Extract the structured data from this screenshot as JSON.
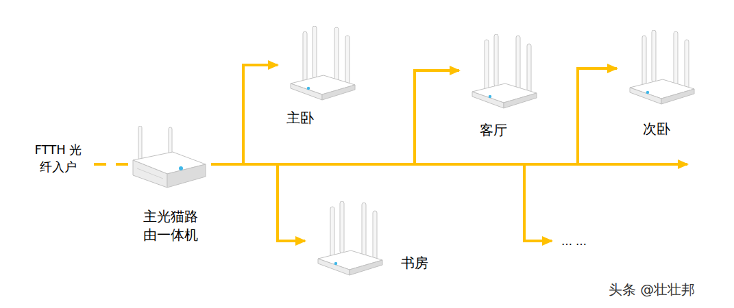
{
  "diagram": {
    "nodes": [
      {
        "text": [
          "FTTH 光纤入户"
        ]
      },
      {
        "text": [
          "主光猫路 由一体机"
        ]
      },
      {
        "text": [
          "主卧"
        ]
      },
      {
        "text": [
          "客厅"
        ]
      },
      {
        "text": [
          "次卧"
        ]
      },
      {
        "text": [
          "书房"
        ]
      },
      {
        "text": [
          "… …"
        ]
      }
    ],
    "edges": [
      {
        "from": 0,
        "to": 1,
        "arrow": "none"
      },
      {
        "from": 1,
        "to": 2,
        "arrow": "to"
      },
      {
        "from": 1,
        "to": 3,
        "arrow": "to"
      },
      {
        "from": 1,
        "to": 4,
        "arrow": "to"
      },
      {
        "from": 1,
        "to": 5,
        "arrow": "to"
      },
      {
        "from": 1,
        "to": 6,
        "arrow": "to"
      }
    ],
    "labels": [
      "头条 @壮壮邦"
    ]
  }
}
